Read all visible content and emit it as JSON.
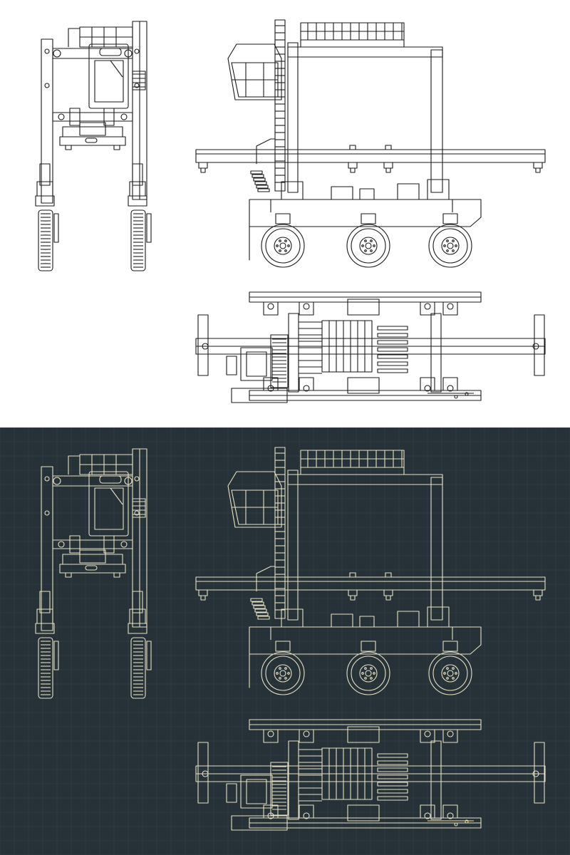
{
  "panels": [
    {
      "id": "light",
      "background": "#ffffff",
      "stroke": "#1a1a1a",
      "accent": "#1a1a1a",
      "grid": false
    },
    {
      "id": "dark",
      "background": "#263238",
      "stroke": "#e8e0c4",
      "accent": "#f2dfa0",
      "grid": true,
      "grid_color": "#33424a"
    }
  ],
  "views": [
    "front-view",
    "side-view",
    "top-view"
  ]
}
